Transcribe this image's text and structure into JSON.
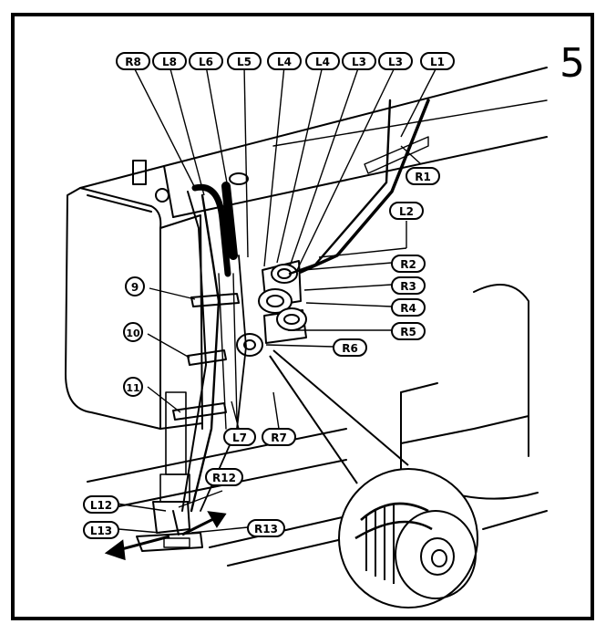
{
  "figure": {
    "number": "5",
    "labels": {
      "R8": "R8",
      "L8": "L8",
      "L6": "L6",
      "L5": "L5",
      "L4a": "L4",
      "L4b": "L4",
      "L3a": "L3",
      "L3b": "L3",
      "L1": "L1",
      "R1": "R1",
      "L2": "L2",
      "R2": "R2",
      "R3": "R3",
      "R4": "R4",
      "R5": "R5",
      "R6": "R6",
      "L7": "L7",
      "R7": "R7",
      "R12": "R12",
      "L12": "L12",
      "L13": "L13",
      "R13": "R13",
      "n9": "9",
      "n10": "10",
      "n11": "11"
    }
  }
}
